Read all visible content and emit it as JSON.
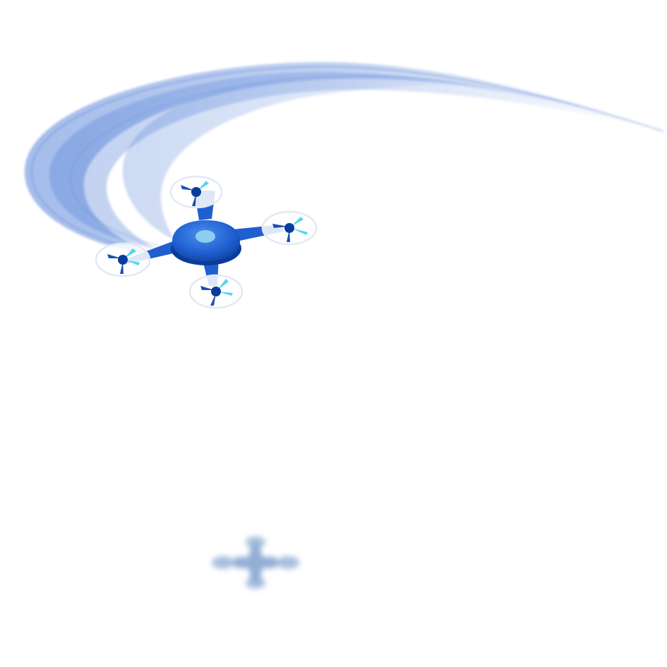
{
  "scene": {
    "background": "#ffffff",
    "subject": "quadcopter-drone",
    "elements": [
      "motion-trail",
      "drone",
      "ground-shadow"
    ]
  },
  "colors": {
    "drone_body": "#1f5fd0",
    "drone_dark": "#0b3c99",
    "drone_highlight": "#4a8ff0",
    "canopy": "#8ccdf0",
    "propeller_blade": "#1e4fb0",
    "propeller_tip": "#53d6f2",
    "rotor_ring": "#e3e8f4",
    "trail": "#5b86d9",
    "shadow": "#6f93c9"
  },
  "icons": [
    "drone-icon",
    "propeller-icon",
    "motion-trail",
    "shadow"
  ]
}
